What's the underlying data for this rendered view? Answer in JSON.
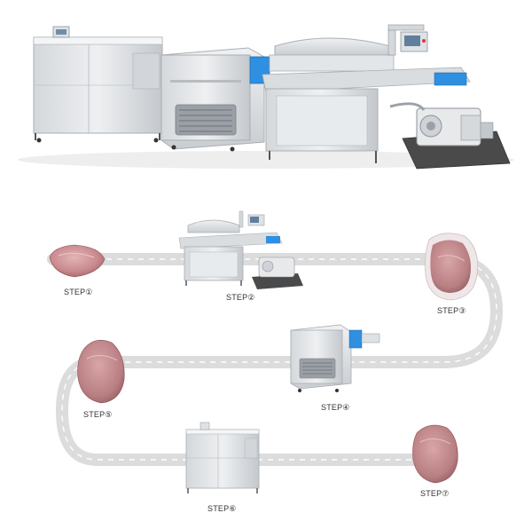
{
  "steps": [
    {
      "label": "STEP①"
    },
    {
      "label": "STEP②"
    },
    {
      "label": "STEP③"
    },
    {
      "label": "STEP⑤"
    },
    {
      "label": "STEP④"
    },
    {
      "label": "STEP⑥"
    },
    {
      "label": "STEP⑦"
    }
  ],
  "colors": {
    "steel_light": "#e6e8ea",
    "steel_mid": "#c9cdd1",
    "steel_dark": "#8d9398",
    "accent_blue": "#2f8fe0",
    "track_gray": "#dcdcdc",
    "meat_pink": "#c98a8e",
    "meat_bag": "#e9dfe0"
  }
}
